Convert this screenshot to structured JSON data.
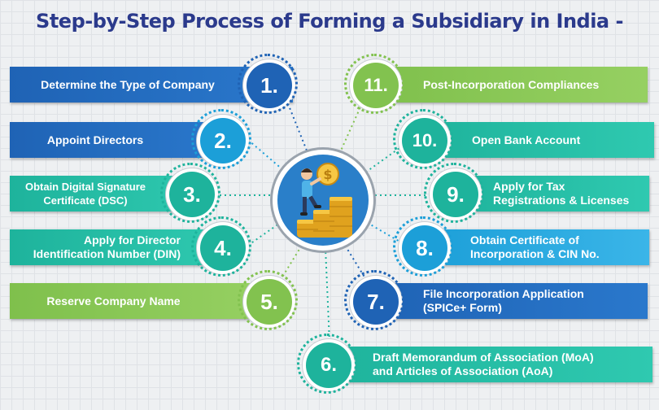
{
  "title": "Step-by-Step Process of Forming a Subsidiary in India -",
  "colors": {
    "blue": "#1f63b5",
    "light_blue": "#1c9fd8",
    "teal": "#1eb39c",
    "green": "#82c24f"
  },
  "center_image": "person-climbing-coin-stacks-illustration",
  "steps": [
    {
      "num": "1.",
      "line1": "Determine the Type of Company",
      "line2": ""
    },
    {
      "num": "2.",
      "line1": "Appoint Directors",
      "line2": ""
    },
    {
      "num": "3.",
      "line1": "Obtain Digital Signature",
      "line2": "Certificate (DSC)"
    },
    {
      "num": "4.",
      "line1": "Apply for Director",
      "line2": "Identification Number (DIN)"
    },
    {
      "num": "5.",
      "line1": "Reserve Company Name",
      "line2": ""
    },
    {
      "num": "6.",
      "line1": "Draft Memorandum of Association (MoA)",
      "line2": "and Articles of Association (AoA)"
    },
    {
      "num": "7.",
      "line1": "File Incorporation Application",
      "line2": "(SPICe+ Form)"
    },
    {
      "num": "8.",
      "line1": "Obtain Certificate of",
      "line2": "Incorporation & CIN No."
    },
    {
      "num": "9.",
      "line1": "Apply for Tax",
      "line2": "Registrations & Licenses"
    },
    {
      "num": "10.",
      "line1": "Open Bank Account",
      "line2": ""
    },
    {
      "num": "11.",
      "line1": "Post-Incorporation Compliances",
      "line2": ""
    }
  ]
}
